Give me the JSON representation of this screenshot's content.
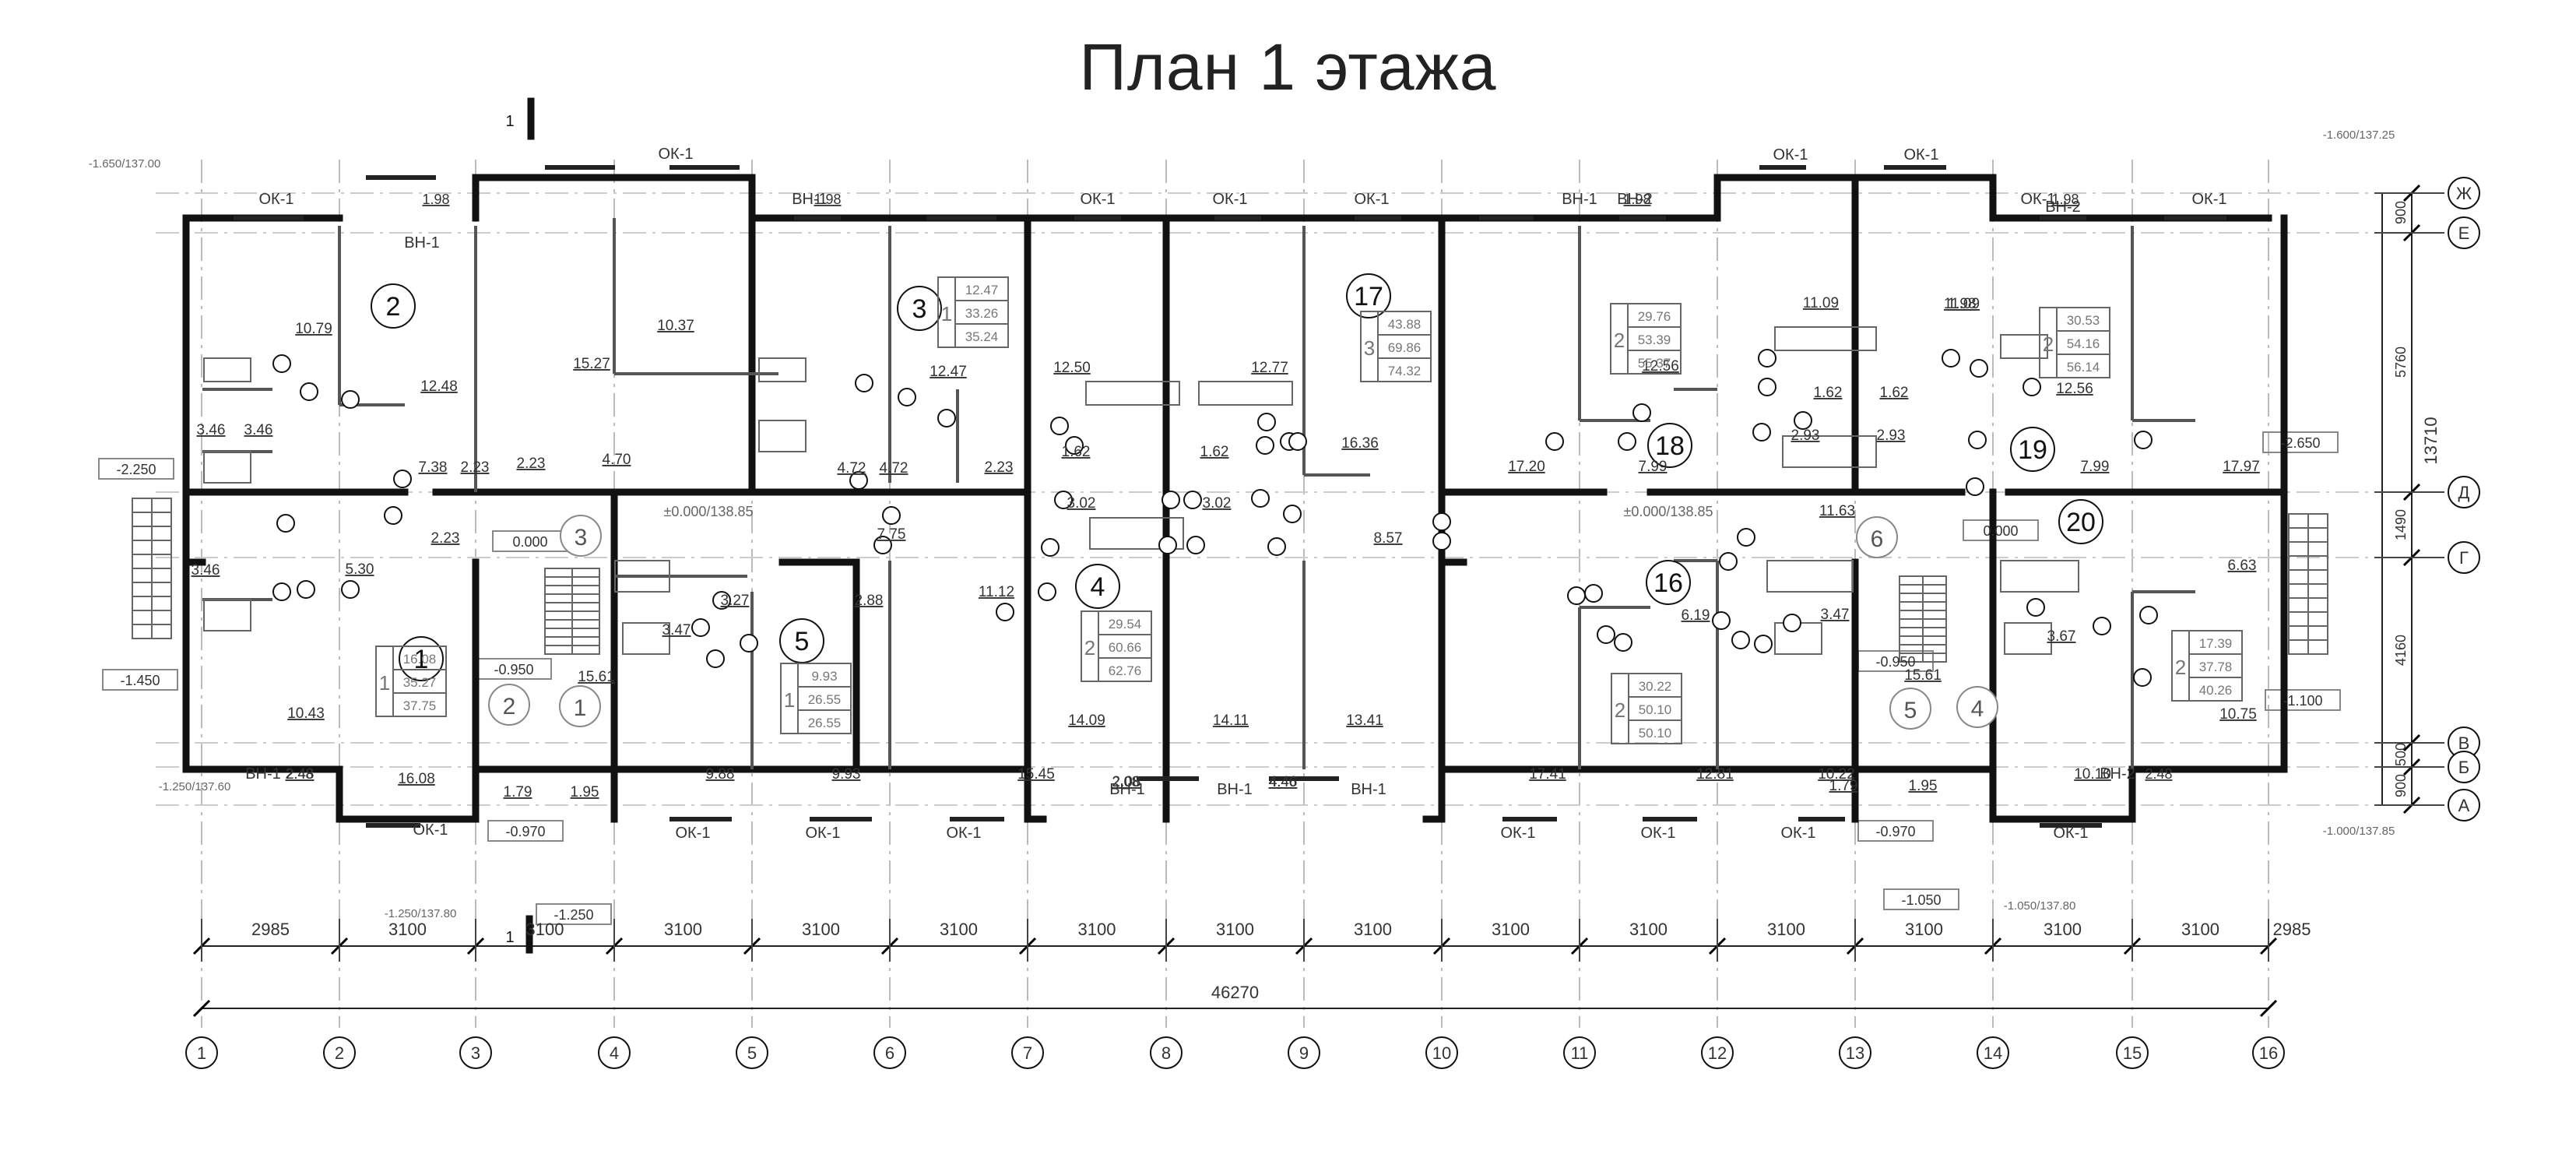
{
  "title": "План 1 этажа",
  "section_mark": "1",
  "grid_axes_x": [
    "1",
    "2",
    "3",
    "4",
    "5",
    "6",
    "7",
    "8",
    "9",
    "10",
    "11",
    "12",
    "13",
    "14",
    "15",
    "16"
  ],
  "grid_axes_y": [
    "Ж",
    "Е",
    "Д",
    "Г",
    "В",
    "Б",
    "А"
  ],
  "dims_bottom": [
    "2985",
    "3100",
    "3100",
    "3100",
    "3100",
    "3100",
    "3100",
    "3100",
    "3100",
    "3100",
    "3100",
    "3100",
    "3100",
    "3100",
    "3100",
    "2985"
  ],
  "dim_total_x": "46270",
  "dims_right": [
    "900",
    "5760",
    "1490",
    "4160",
    "500",
    "900"
  ],
  "dim_total_y": "13710",
  "window_labels": [
    "ОК-1",
    "ВН-1",
    "ВН-2"
  ],
  "elev_labels": [
    "-1.650/137.00",
    "-1.250/137.60",
    "-1.250/137.80",
    "-1.600/137.25",
    "-1.000/137.85",
    "-1.050/137.80"
  ],
  "elev_boxes": [
    "-2.250",
    "-1.450",
    "-1.250",
    "-2.650",
    "-1.100",
    "-1.050"
  ],
  "landings": [
    "-0.950",
    "-0.970"
  ],
  "zero_marks": [
    "±0.000/138.85",
    "0.000"
  ],
  "apartments": [
    "1",
    "2",
    "3",
    "4",
    "5",
    "16",
    "17",
    "18",
    "19",
    "20"
  ],
  "stairs": [
    "1",
    "2",
    "3",
    "4",
    "5",
    "6"
  ],
  "areas": [
    "10.79",
    "12.48",
    "15.27",
    "7.38",
    "2.23",
    "4.70",
    "3.46",
    "5.30",
    "10.43",
    "16.08",
    "2.48",
    "1.79",
    "1.95",
    "15.61",
    "3.47",
    "3.27",
    "9.88",
    "9.93",
    "2.88",
    "7.75",
    "4.72",
    "10.37",
    "12.47",
    "11.12",
    "15.45",
    "12.50",
    "1.62",
    "3.02",
    "14.09",
    "2.08",
    "12.77",
    "16.36",
    "8.57",
    "14.11",
    "13.41",
    "4.46",
    "17.20",
    "17.41",
    "12.56",
    "11.09",
    "2.93",
    "7.99",
    "12.81",
    "6.19",
    "10.22",
    "11.63",
    "17.97",
    "6.63",
    "10.75",
    "10.10",
    "1.98"
  ],
  "apt_summaries": [
    {
      "apt": "1",
      "rooms": "1",
      "v": [
        "16.08",
        "35.27",
        "37.75"
      ]
    },
    {
      "apt": "3",
      "rooms": "1",
      "v": [
        "12.47",
        "33.26",
        "35.24"
      ]
    },
    {
      "apt": "5",
      "rooms": "1",
      "v": [
        "9.93",
        "26.55",
        "26.55"
      ]
    },
    {
      "apt": "4",
      "rooms": "2",
      "v": [
        "29.54",
        "60.66",
        "62.76"
      ]
    },
    {
      "apt": "17",
      "rooms": "3",
      "v": [
        "43.88",
        "69.86",
        "74.32"
      ]
    },
    {
      "apt": "18",
      "rooms": "2",
      "v": [
        "29.76",
        "53.39",
        "55.37"
      ]
    },
    {
      "apt": "16",
      "rooms": "2",
      "v": [
        "30.22",
        "50.10",
        "50.10"
      ]
    },
    {
      "apt": "19",
      "rooms": "2",
      "v": [
        "30.53",
        "54.16",
        "56.14"
      ]
    },
    {
      "apt": "20",
      "rooms": "2",
      "v": [
        "17.39",
        "37.78",
        "40.26"
      ]
    }
  ]
}
